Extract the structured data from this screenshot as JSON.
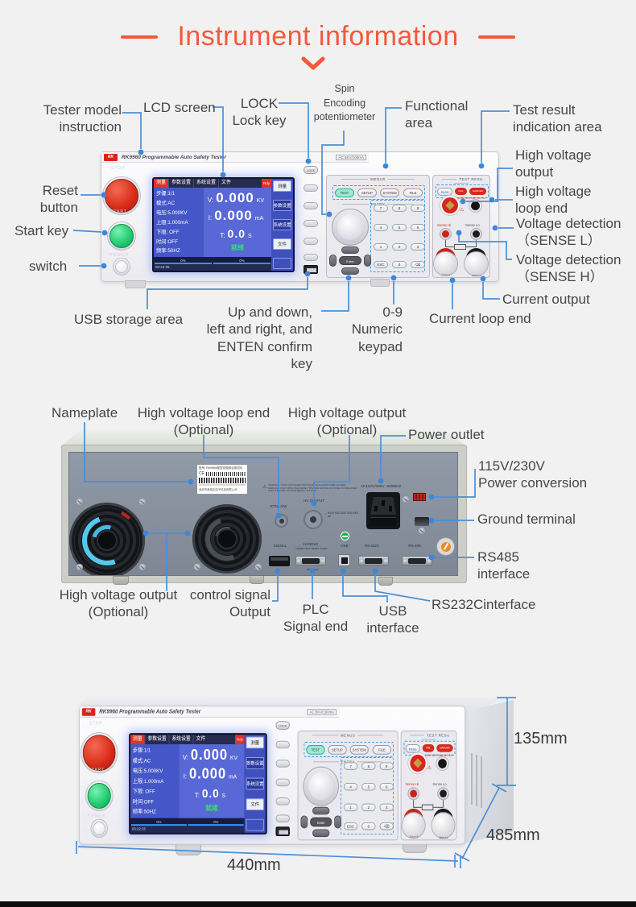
{
  "title": "Instrument information",
  "front_callouts": {
    "tester_model": "Tester model\ninstruction",
    "lcd_screen": "LCD screen",
    "lock_key": "LOCK\nLock key",
    "spin": "Spin\nEncoding\npotentiometer",
    "functional": "Functional\narea",
    "test_result": "Test result\nindication area",
    "hv_output": "High voltage\noutput",
    "hv_loop": "High voltage\nloop end",
    "sense_l": "Voltage detection\n（SENSE L）",
    "sense_h": "Voltage detection\n（SENSE H）",
    "current_output": "Current output",
    "current_loop": "Current loop end",
    "reset": "Reset\nbutton",
    "start": "Start key",
    "switch": "switch",
    "usb_storage": "USB storage area",
    "nav_keys": "Up and down,\nleft and right, and\nENTEN confirm key",
    "numeric": "0-9\nNumeric\nkeypad"
  },
  "back_callouts": {
    "nameplate": "Nameplate",
    "hv_loop_opt": "High voltage loop end\n(Optional)",
    "hv_out_opt_top": "High voltage output\n(Optional)",
    "power_outlet": "Power outlet",
    "power_conv": "115V/230V\nPower conversion",
    "ground": "Ground terminal",
    "rs485": "RS485\ninterface",
    "hv_out_opt_bottom": "High voltage output\n(Optional)",
    "control_signal": "control signal\nOutput",
    "plc": "PLC\nSignal end",
    "usb_if": "USB\ninterface",
    "rs232": "RS232Cinterface"
  },
  "dimensions": {
    "height": "135mm",
    "depth": "485mm",
    "width": "440mm"
  },
  "device": {
    "logo": "RK",
    "model": "RK9960  Programmable  Auto  Safety  Tester",
    "rating": "AC:5KV/100mA",
    "stop": "STOP",
    "start": "START",
    "power": "POWER",
    "lock": "LOCK",
    "lcd": {
      "tabs": [
        "测量",
        "参数设置",
        "系统设置",
        "文件"
      ],
      "badge": "Rdy",
      "params": "步骤:1/1\n模式:AC\n电压:5.000KV\n上限:1.000mA\n下限: OFF\n时间:OFF\n频率:50HZ",
      "rows": [
        {
          "label": "V:",
          "value": "0.000",
          "unit": "KV"
        },
        {
          "label": "I:",
          "value": "0.000",
          "unit": "mA"
        },
        {
          "label": "T:",
          "value": "0.0",
          "unit": "S"
        }
      ],
      "status": "就绪",
      "progress_left": "0%",
      "progress_right": "0%",
      "clock": "00:22:25",
      "softkeys": [
        "测量",
        "参数设置",
        "系统设置",
        "文件"
      ]
    },
    "menus": {
      "title": "MENUS",
      "keys": [
        "TEST",
        "SETUP",
        "SYSTEM",
        "FILE"
      ]
    },
    "entry": {
      "title": "ENTRY",
      "keys": [
        "7",
        "8",
        "9",
        "4",
        "5",
        "6",
        "1",
        "2",
        "3",
        "ESC",
        "0",
        "⌫"
      ],
      "enter": "Enter"
    },
    "test_area": {
      "title": "TEST RESU",
      "pass": "PASS",
      "fail": "FAIL",
      "danger": "DANGER",
      "hv_warn": "HIGH VOLT MAX 5KV AC",
      "sense_hi": "Sense Hi",
      "sense_lo": "Sense Lo",
      "drive_hi": "Drive Hi",
      "drive_lo": "Drive Lo"
    }
  },
  "back_panel": {
    "rtn_low": "RTN/LOW",
    "hv_output": "HV OUTPUT",
    "hv_warn": "HIGH VOLTAGE MAX 5KV AC",
    "ac_rating": "AC110V/220V  50/60Hz",
    "warning": "WARNING: FOR CONTINUED PROTECTION AGAINST FIRE HAZARD, REPLACE ONLY WITH THE SAME TYPE AND RATING OF FUSE AS SPECIFIED FOR THE LINE VOLTAGE BEING UTILIZED.",
    "signal": "SIGNAL",
    "handle": "HANDLE",
    "usb": "USB",
    "rs232c": "RS-232C",
    "rs485": "RS-485",
    "handle_pins_top": "UNDER TEST  RESET  START",
    "handle_pins_bottom": "PASS  FAIL",
    "nameplate_line1": "型号: RK9960程控安规综合测试仪",
    "nameplate_company": "深圳市美瑞克电子科技有限公司",
    "ce": "CE"
  }
}
